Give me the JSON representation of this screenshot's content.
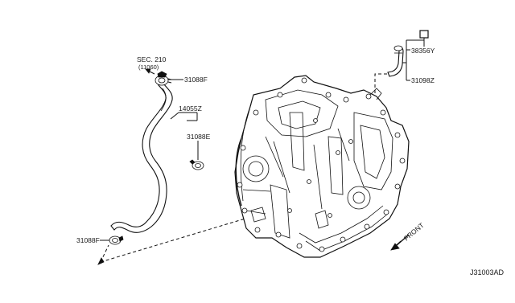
{
  "diagram": {
    "labels": {
      "sec_ref_line1": "SEC. 210",
      "sec_ref_line2": "(11060)",
      "clamp_top": "31088F",
      "hose": "14055Z",
      "clamp_mid": "31088E",
      "clamp_bottom": "31088F",
      "breather_cap": "38356Y",
      "breather_tube": "31098Z",
      "front_indicator": "FRONT",
      "diagram_code": "J31003AD"
    }
  }
}
